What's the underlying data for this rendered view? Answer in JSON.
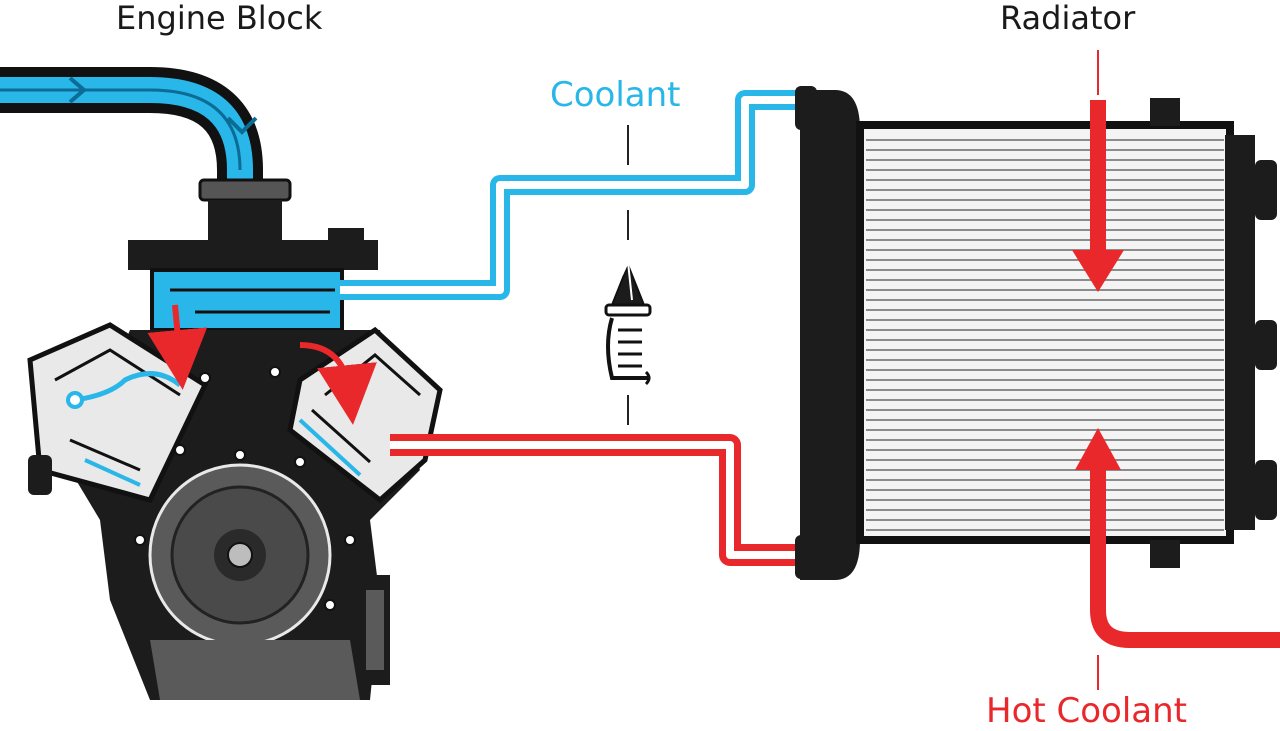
{
  "labels": {
    "engine_block": "Engine Block",
    "radiator": "Radiator",
    "coolant": "Coolant",
    "hot_coolant": "Hot Coolant"
  },
  "colors": {
    "cool": "#29b6e8",
    "hot": "#e8282a",
    "outline": "#111111",
    "engine_dark": "#1c1c1c",
    "engine_grey": "#5a5a5a",
    "head_light": "#e9e9e9",
    "radiator_core": "#f4f4f4",
    "fin": "#8c8c8c"
  },
  "icons": {
    "thermostat": "thermostat-icon"
  }
}
